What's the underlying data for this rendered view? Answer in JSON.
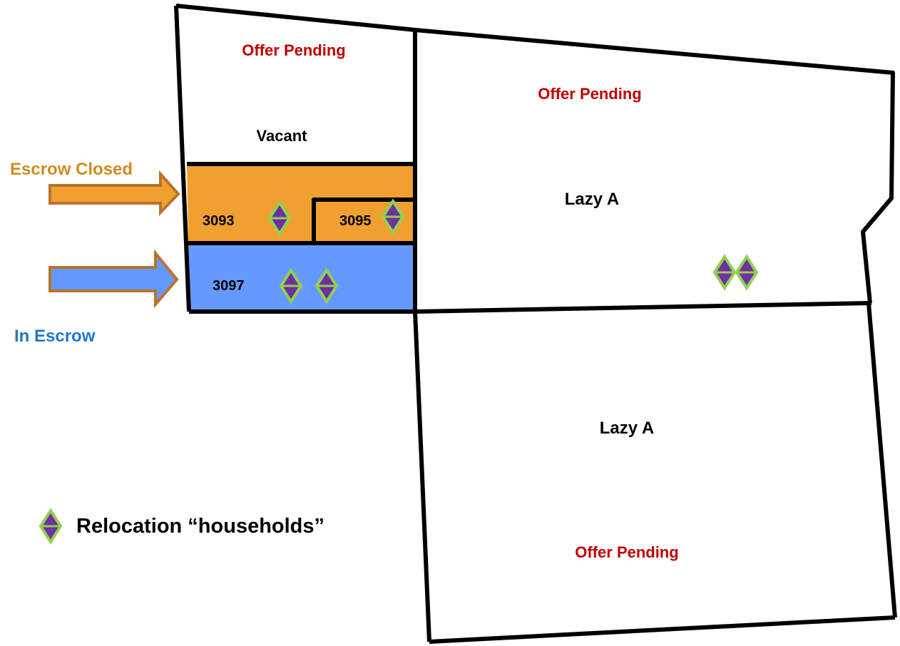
{
  "parcels": {
    "top_left": {
      "status": "Offer Pending",
      "label": "Vacant"
    },
    "top_right": {
      "status": "Offer Pending",
      "label": "Lazy A"
    },
    "bottom_right": {
      "status": "Offer Pending",
      "label": "Lazy A"
    },
    "lots": [
      {
        "number": "3093",
        "state": "Escrow Closed",
        "households": 1
      },
      {
        "number": "3095",
        "state": "Escrow Closed",
        "households": 1
      },
      {
        "number": "3097",
        "state": "In Escrow",
        "households": 2
      }
    ],
    "lazy_a_households": 2
  },
  "arrows": {
    "escrow_closed": {
      "label": "Escrow Closed",
      "color": "#f0a030",
      "border": "#b8742a",
      "text_color": "#d18a1f"
    },
    "in_escrow": {
      "label": "In Escrow",
      "color": "#6699ff",
      "border": "#b8742a",
      "text_color": "#1f78c8"
    }
  },
  "legend": {
    "icon": "relocation-household-icon",
    "label": "Relocation “households”"
  },
  "colors": {
    "status_text": "#c00000",
    "diamond_fill": "#7030a0",
    "diamond_border": "#92d050"
  }
}
